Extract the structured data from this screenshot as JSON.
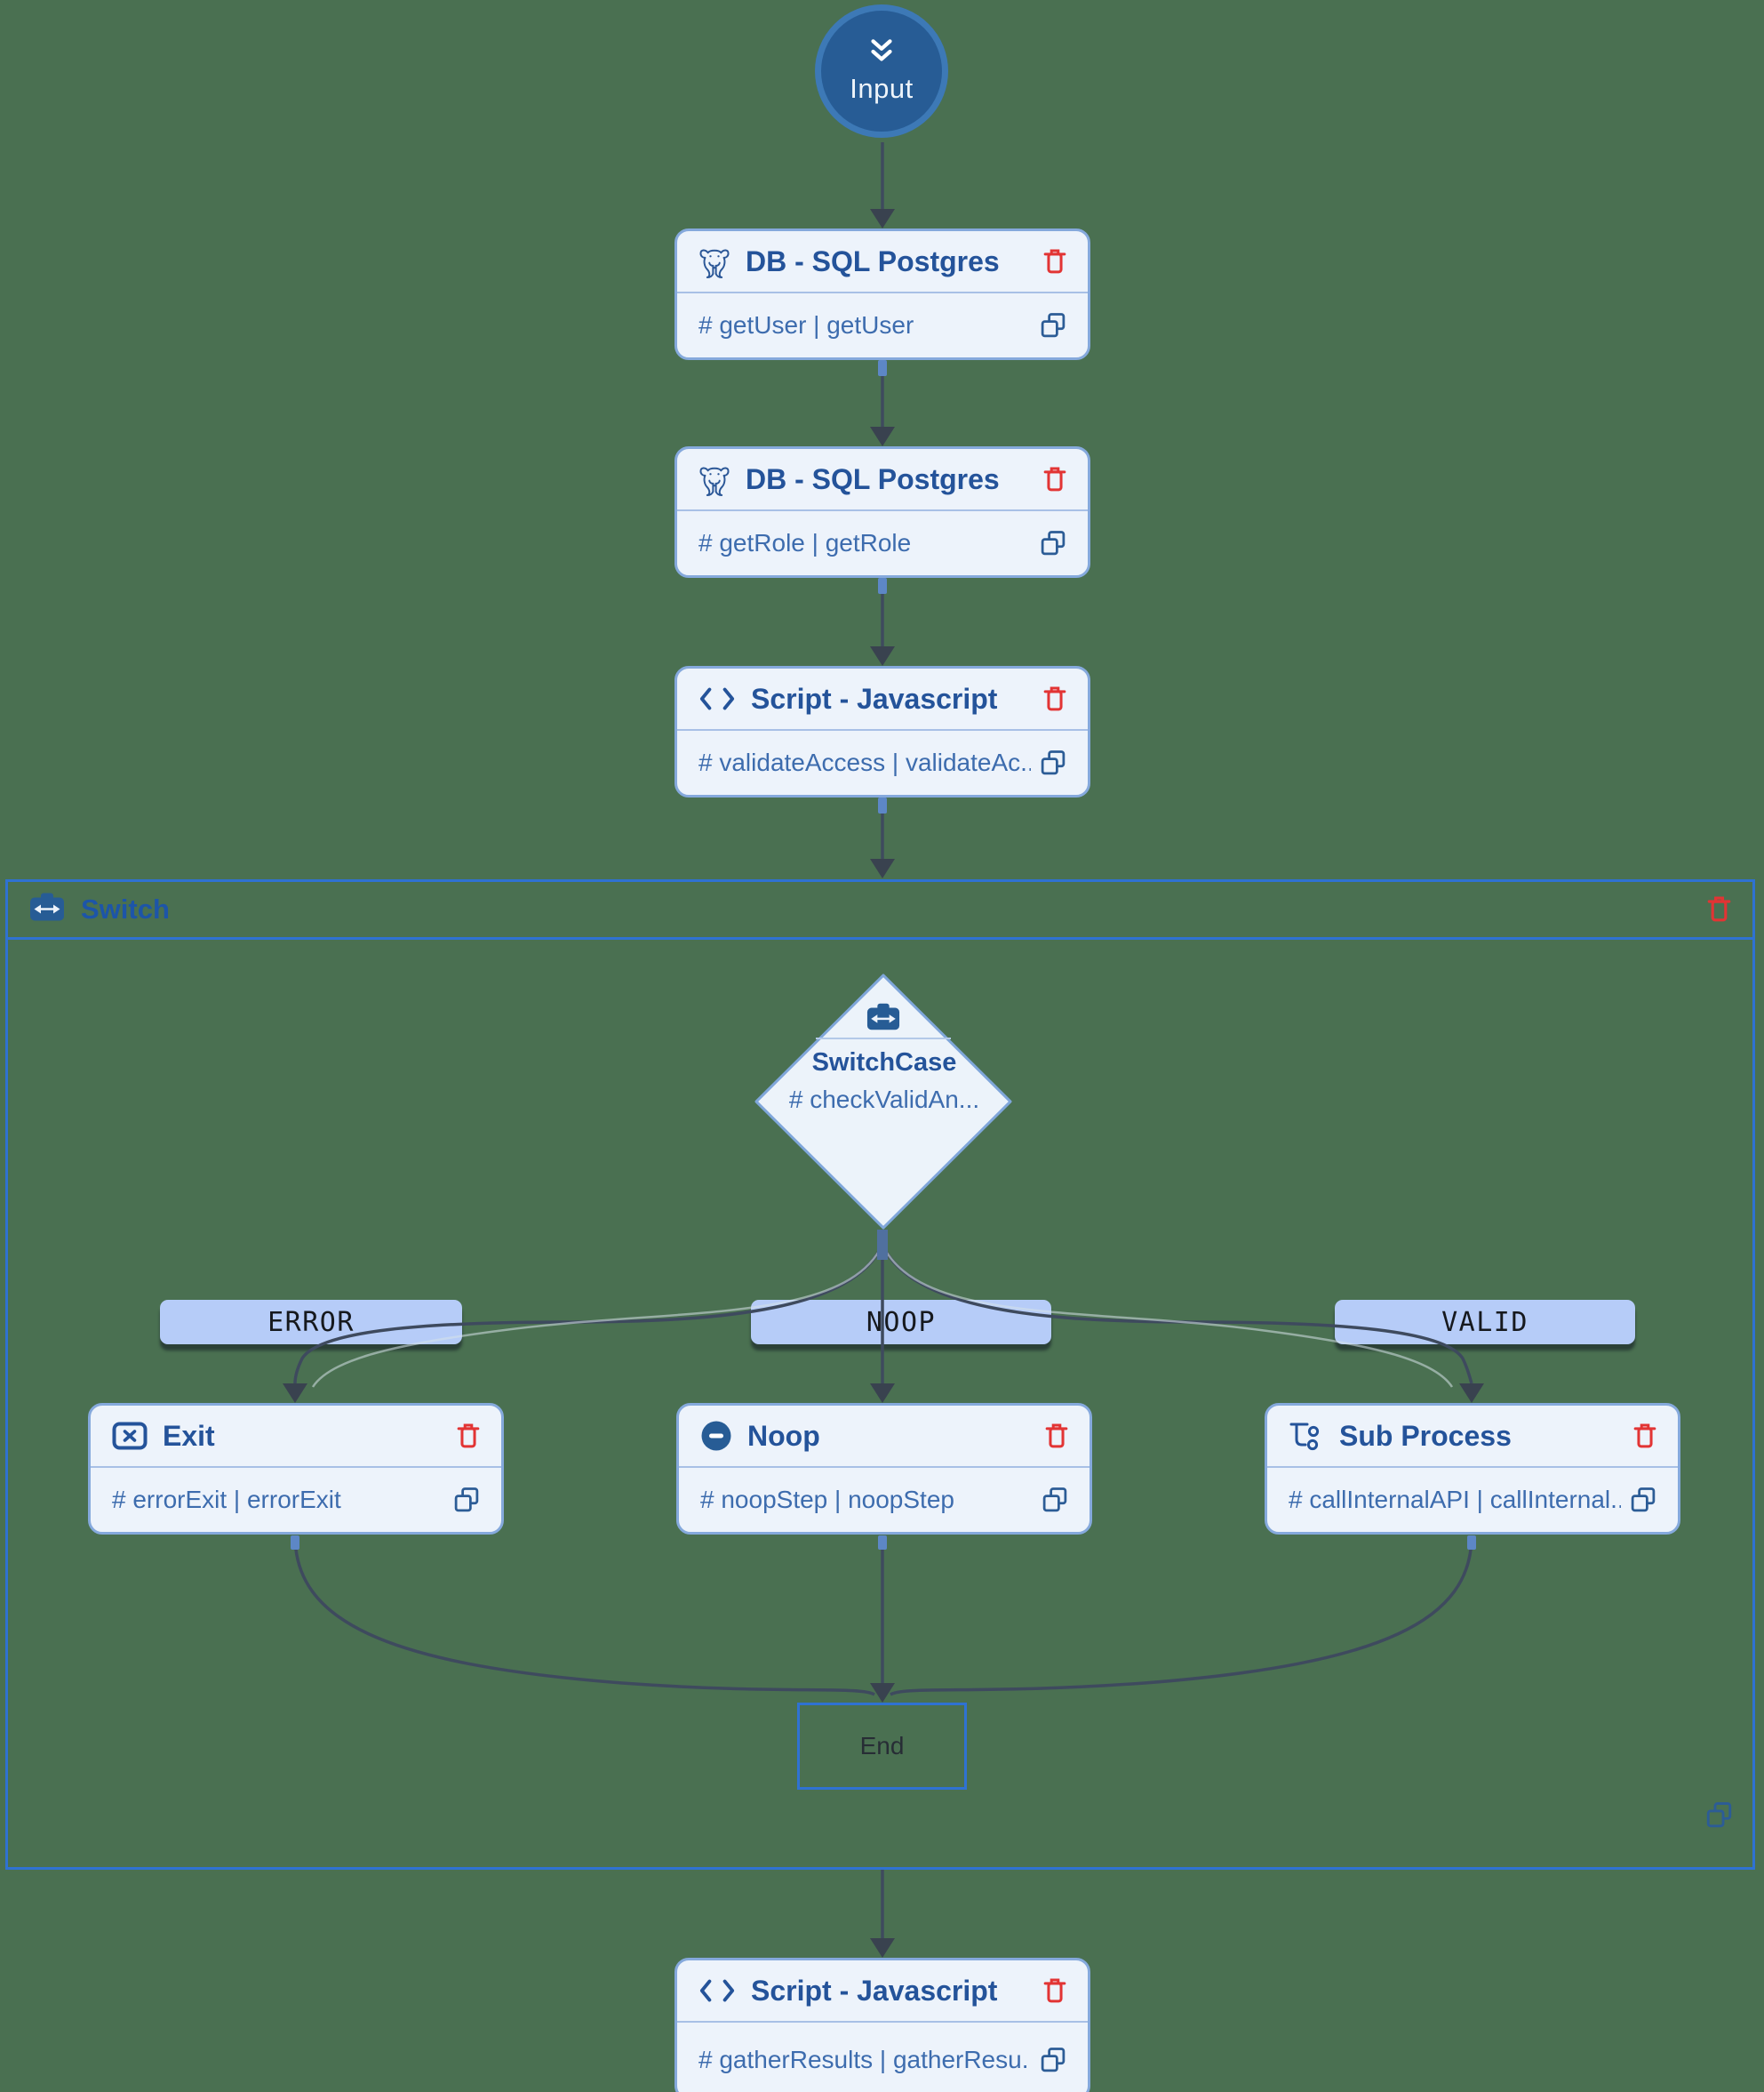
{
  "input_node": {
    "label": "Input"
  },
  "nodes": [
    {
      "title": "DB - SQL Postgres",
      "subtitle": "# getUser | getUser",
      "icon": "postgres-icon"
    },
    {
      "title": "DB - SQL Postgres",
      "subtitle": "# getRole | getRole",
      "icon": "postgres-icon"
    },
    {
      "title": "Script - Javascript",
      "subtitle": "# validateAccess | validateAc...",
      "icon": "code-icon"
    },
    {
      "title": "Exit",
      "subtitle": "# errorExit | errorExit",
      "icon": "exit-icon"
    },
    {
      "title": "Noop",
      "subtitle": "# noopStep | noopStep",
      "icon": "noop-icon"
    },
    {
      "title": "Sub Process",
      "subtitle": "# callInternalAPI | callInternal...",
      "icon": "subprocess-icon"
    },
    {
      "title": "Script - Javascript",
      "subtitle": "# gatherResults | gatherResu...",
      "icon": "code-icon"
    }
  ],
  "switch_group": {
    "title": "Switch",
    "case_node": {
      "title": "SwitchCase",
      "subtitle": "# checkValidAn..."
    },
    "branches": [
      {
        "label": "ERROR"
      },
      {
        "label": "NOOP"
      },
      {
        "label": "VALID"
      }
    ],
    "end_node": {
      "label": "End"
    }
  },
  "colors": {
    "background": "#4a7051",
    "node_fill": "#edf3fb",
    "node_border": "#85a9dc",
    "title_text": "#24539a",
    "body_text": "#3d6cae",
    "delete_red": "#e23434",
    "copy_blue": "#2c5c96",
    "branch_pill": "#b6ccf8",
    "container_border": "#2f72d2",
    "edge": "#3e4a5e",
    "icon_fill": "#275c95",
    "input_fill": "#275c95",
    "input_border": "#3d79b6"
  }
}
